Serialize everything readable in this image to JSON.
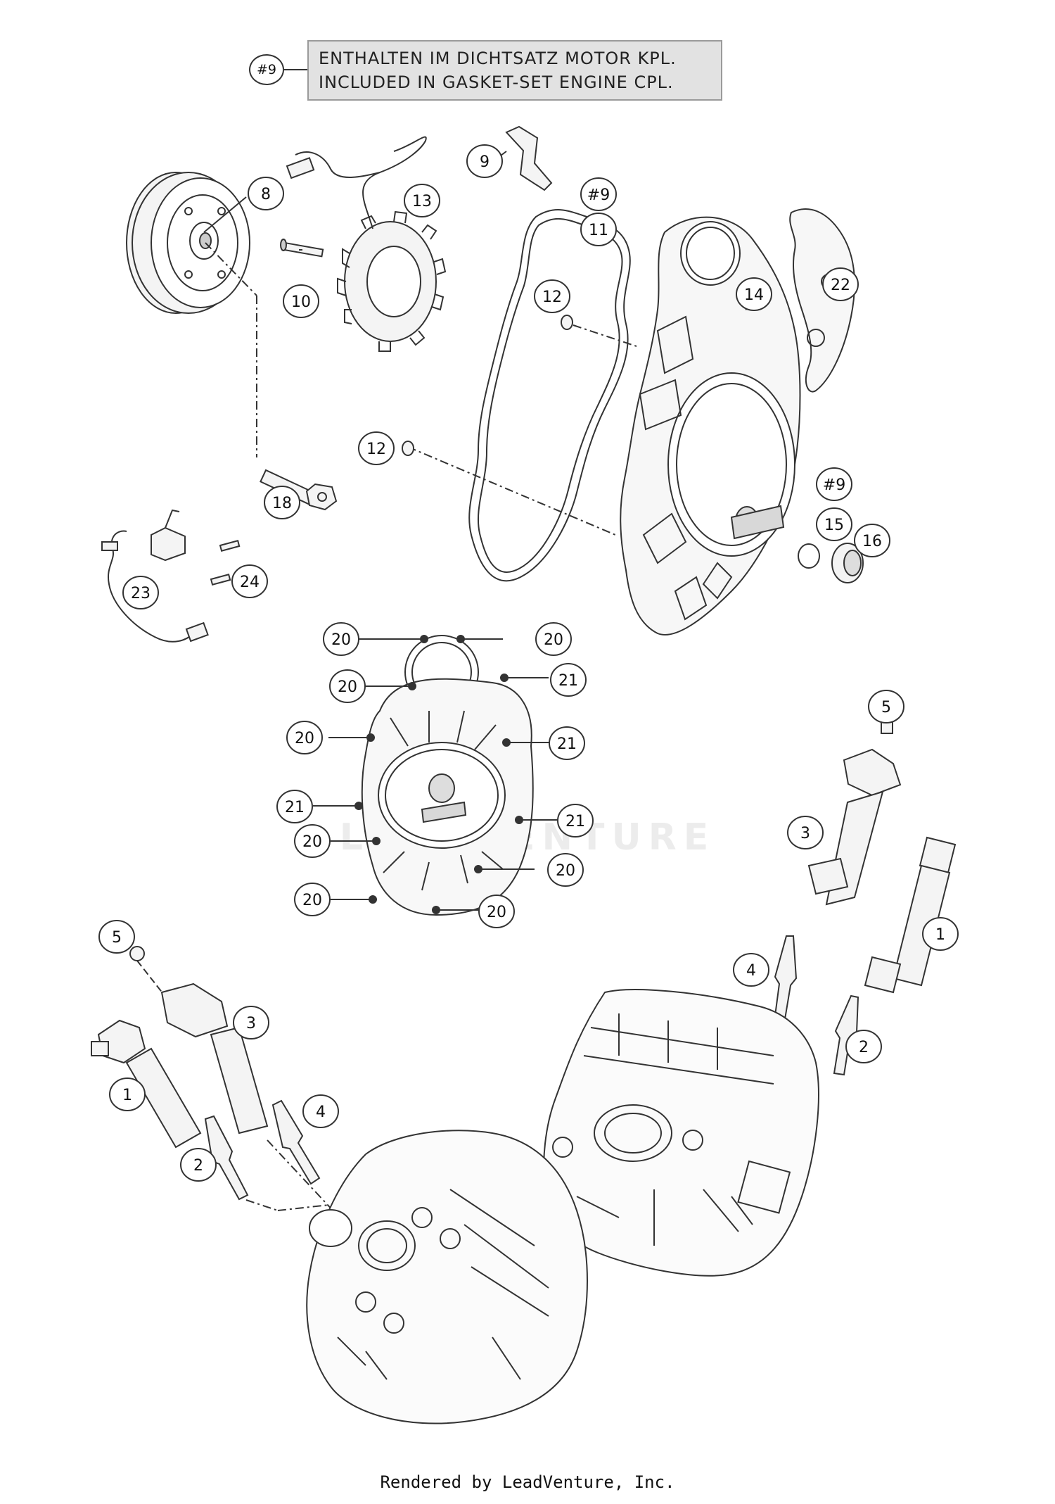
{
  "legend": {
    "tag": "#9",
    "line_de": "ENTHALTEN IM DICHTSATZ MOTOR KPL.",
    "line_en": "INCLUDED IN GASKET-SET ENGINE CPL."
  },
  "callouts": [
    {
      "id": "c8",
      "label": "8"
    },
    {
      "id": "c9",
      "label": "9"
    },
    {
      "id": "c9a",
      "label": "#9"
    },
    {
      "id": "c11",
      "label": "11"
    },
    {
      "id": "c10",
      "label": "10"
    },
    {
      "id": "c13",
      "label": "13"
    },
    {
      "id": "c14",
      "label": "14"
    },
    {
      "id": "c22",
      "label": "22"
    },
    {
      "id": "c12a",
      "label": "12"
    },
    {
      "id": "c12b",
      "label": "12"
    },
    {
      "id": "c18",
      "label": "18"
    },
    {
      "id": "c9b",
      "label": "#9"
    },
    {
      "id": "c15",
      "label": "15"
    },
    {
      "id": "c16",
      "label": "16"
    },
    {
      "id": "c23",
      "label": "23"
    },
    {
      "id": "c24",
      "label": "24"
    },
    {
      "id": "c20a",
      "label": "20"
    },
    {
      "id": "c20b",
      "label": "20"
    },
    {
      "id": "c20c",
      "label": "20"
    },
    {
      "id": "c21a",
      "label": "21"
    },
    {
      "id": "c20d",
      "label": "20"
    },
    {
      "id": "c21b",
      "label": "21"
    },
    {
      "id": "c21c",
      "label": "21"
    },
    {
      "id": "c21d",
      "label": "21"
    },
    {
      "id": "c20e",
      "label": "20"
    },
    {
      "id": "c20f",
      "label": "20"
    },
    {
      "id": "c20g",
      "label": "20"
    },
    {
      "id": "c20h",
      "label": "20"
    },
    {
      "id": "c5a",
      "label": "5"
    },
    {
      "id": "c3a",
      "label": "3"
    },
    {
      "id": "c1a",
      "label": "1"
    },
    {
      "id": "c4a",
      "label": "4"
    },
    {
      "id": "c2a",
      "label": "2"
    },
    {
      "id": "c5b",
      "label": "5"
    },
    {
      "id": "c3b",
      "label": "3"
    },
    {
      "id": "c1b",
      "label": "1"
    },
    {
      "id": "c4b",
      "label": "4"
    },
    {
      "id": "c2b",
      "label": "2"
    }
  ],
  "watermark": "LEADVENTURE",
  "footer": "Rendered by LeadVenture, Inc.",
  "colors": {
    "line": "#333333",
    "legend_bg": "#e2e2e2",
    "part_fill": "#f4f4f4"
  }
}
